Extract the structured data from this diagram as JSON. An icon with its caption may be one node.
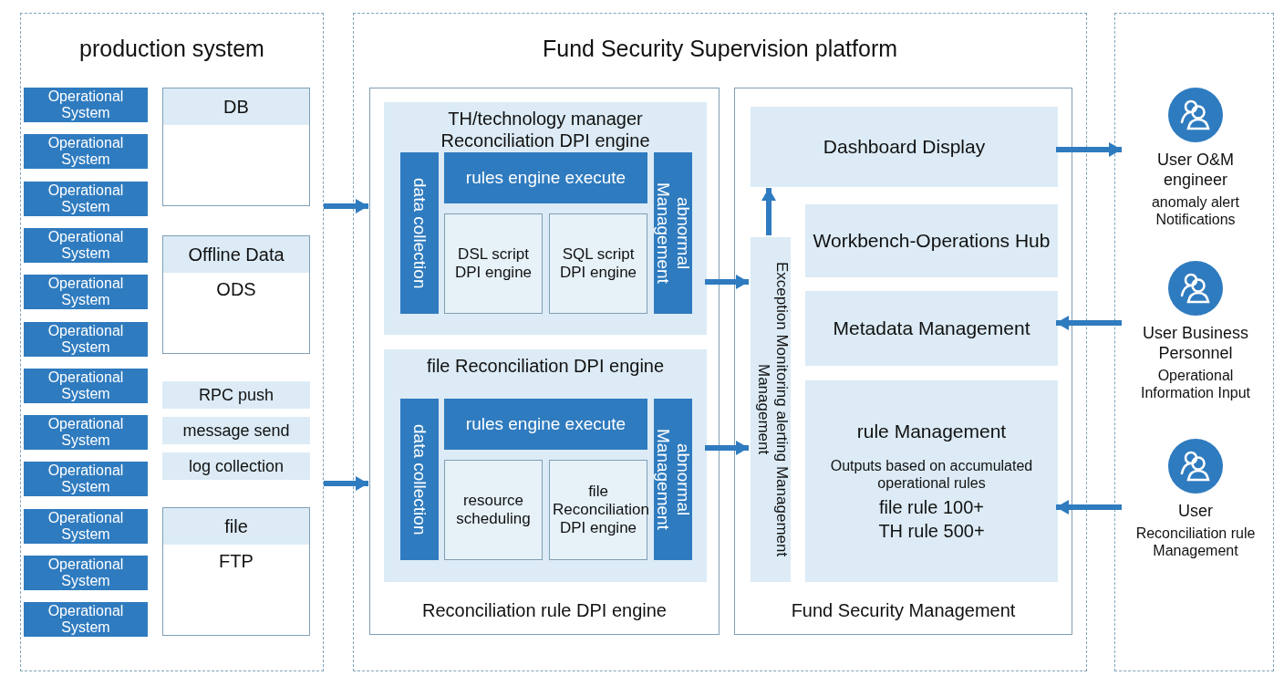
{
  "diagram": {
    "nodes": [
      {
        "text": [
          "production system"
        ]
      },
      {
        "text": [
          "Operational System"
        ],
        "in": 0
      },
      {
        "text": [
          "Operational System"
        ],
        "in": 0
      },
      {
        "text": [
          "Operational System"
        ],
        "in": 0
      },
      {
        "text": [
          "Operational System"
        ],
        "in": 0
      },
      {
        "text": [
          "Operational System"
        ],
        "in": 0
      },
      {
        "text": [
          "Operational System"
        ],
        "in": 0
      },
      {
        "text": [
          "Operational System"
        ],
        "in": 0
      },
      {
        "text": [
          "Operational System"
        ],
        "in": 0
      },
      {
        "text": [
          "Operational System"
        ],
        "in": 0
      },
      {
        "text": [
          "Operational System"
        ],
        "in": 0
      },
      {
        "text": [
          "Operational System"
        ],
        "in": 0
      },
      {
        "text": [
          "Operational System"
        ],
        "in": 0
      },
      {
        "text": [
          "DB"
        ],
        "in": 0
      },
      {
        "text": [
          "Offline Data",
          "ODS"
        ],
        "in": 0
      },
      {
        "text": [
          "RPC push"
        ],
        "in": 0
      },
      {
        "text": [
          "message send"
        ],
        "in": 0
      },
      {
        "text": [
          "log collection"
        ],
        "in": 0
      },
      {
        "text": [
          "file",
          "FTP"
        ],
        "in": 0
      },
      {
        "text": [
          "Fund Security Supervision platform"
        ]
      },
      {
        "text": [
          "Reconciliation rule DPI engine"
        ],
        "in": 19
      },
      {
        "text": [
          "TH/technology manager Reconciliation DPI engine"
        ],
        "in": 20
      },
      {
        "text": [
          "data collection"
        ],
        "in": 21
      },
      {
        "text": [
          "rules engine execute"
        ],
        "in": 21
      },
      {
        "text": [
          "DSL script DPI engine"
        ],
        "in": 21
      },
      {
        "text": [
          "SQL script DPI engine"
        ],
        "in": 21
      },
      {
        "text": [
          "abnormal Management"
        ],
        "in": 21
      },
      {
        "text": [
          "file Reconciliation DPI engine"
        ],
        "in": 20
      },
      {
        "text": [
          "data collection"
        ],
        "in": 27
      },
      {
        "text": [
          "rules engine execute"
        ],
        "in": 27
      },
      {
        "text": [
          "resource scheduling"
        ],
        "in": 27
      },
      {
        "text": [
          "file Reconciliation DPI engine"
        ],
        "in": 27
      },
      {
        "text": [
          "abnormal Management"
        ],
        "in": 27
      },
      {
        "text": [
          "Fund Security Management"
        ],
        "in": 19
      },
      {
        "text": [
          "Dashboard Display"
        ],
        "in": 33
      },
      {
        "text": [
          "Exception Monitoring alerting Management Management"
        ],
        "in": 33
      },
      {
        "text": [
          "Workbench-Operations Hub"
        ],
        "in": 33
      },
      {
        "text": [
          "Metadata Management"
        ],
        "in": 33
      },
      {
        "text": [
          "rule Management",
          "Outputs based on accumulated operational rules",
          "file rule 100+",
          "TH rule 500+"
        ],
        "in": 33
      },
      {
        "text": [],
        "shape": "box"
      },
      {
        "text": [
          "User O&M engineer",
          "anomaly alert Notifications"
        ],
        "in": 39
      },
      {
        "text": [
          "User Business Personnel",
          "Operational Information Input"
        ],
        "in": 39
      },
      {
        "text": [
          "User",
          "Reconciliation rule Management"
        ],
        "in": 39
      }
    ],
    "edges": [
      {
        "from": 0,
        "to": 20,
        "arrow": "to"
      },
      {
        "from": 0,
        "to": 20,
        "arrow": "to"
      },
      {
        "from": 21,
        "to": 35,
        "arrow": "to"
      },
      {
        "from": 27,
        "to": 35,
        "arrow": "to"
      },
      {
        "from": 35,
        "to": 34,
        "arrow": "to"
      },
      {
        "from": 34,
        "to": 40,
        "arrow": "to"
      },
      {
        "from": 41,
        "to": 37,
        "arrow": "to"
      },
      {
        "from": 42,
        "to": 38,
        "arrow": "to"
      }
    ]
  }
}
